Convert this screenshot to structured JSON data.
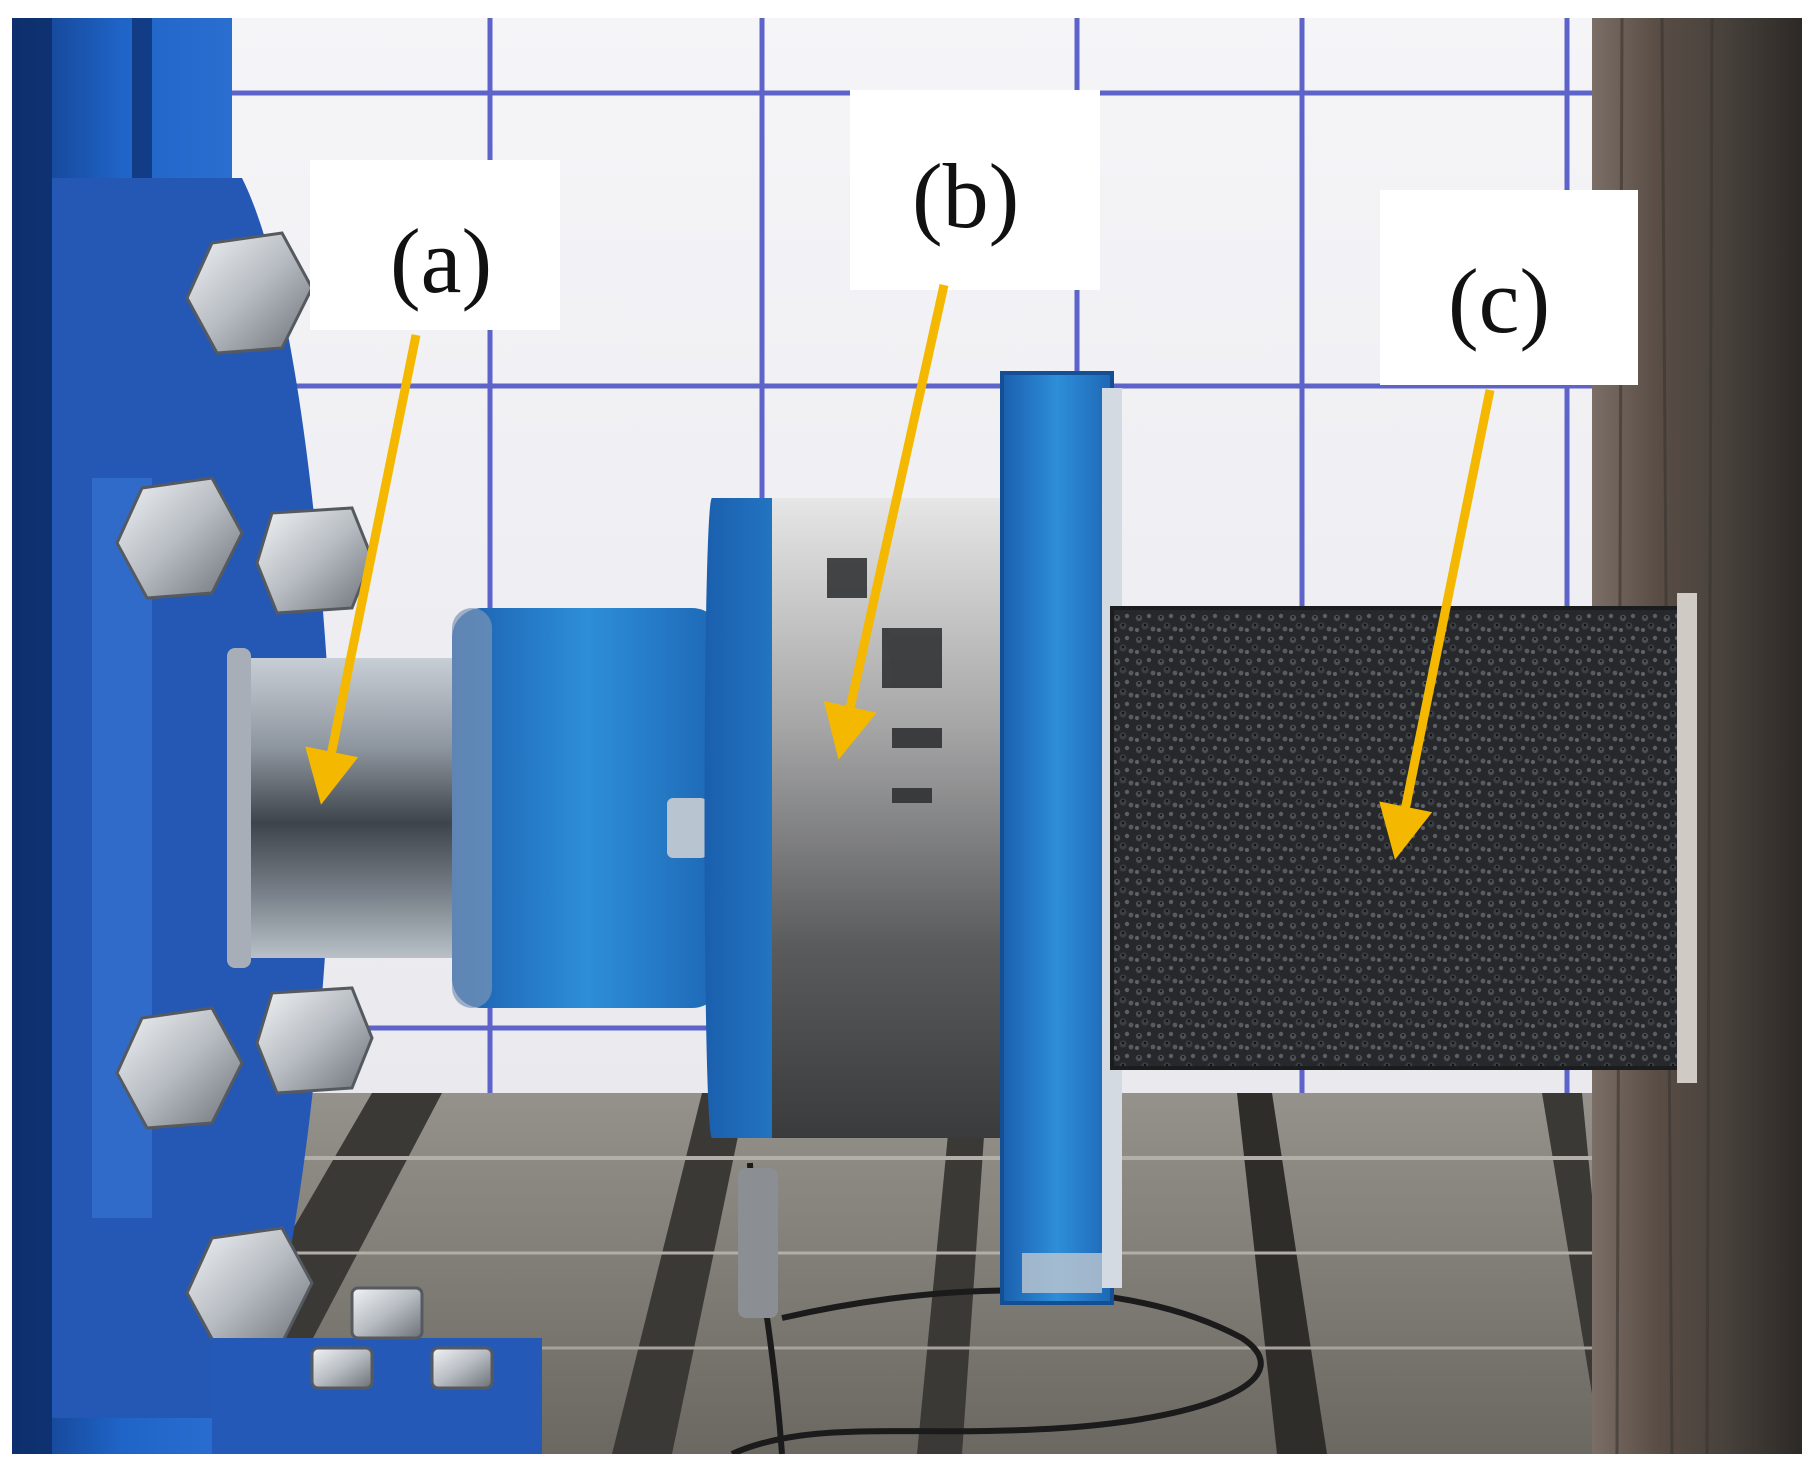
{
  "figure": {
    "labels": {
      "a": "(a)",
      "b": "(b)",
      "c": "(c)"
    },
    "colors": {
      "arrow": "#f5b800",
      "machine_blue": "#1f64c7",
      "plate_blue": "#2e8ed8",
      "steel": "#9aa3ad",
      "foam": "#2b2d30",
      "wall": "#5a4e46",
      "floor": "#7d7a76",
      "grid_line": "#5d63c9"
    }
  }
}
